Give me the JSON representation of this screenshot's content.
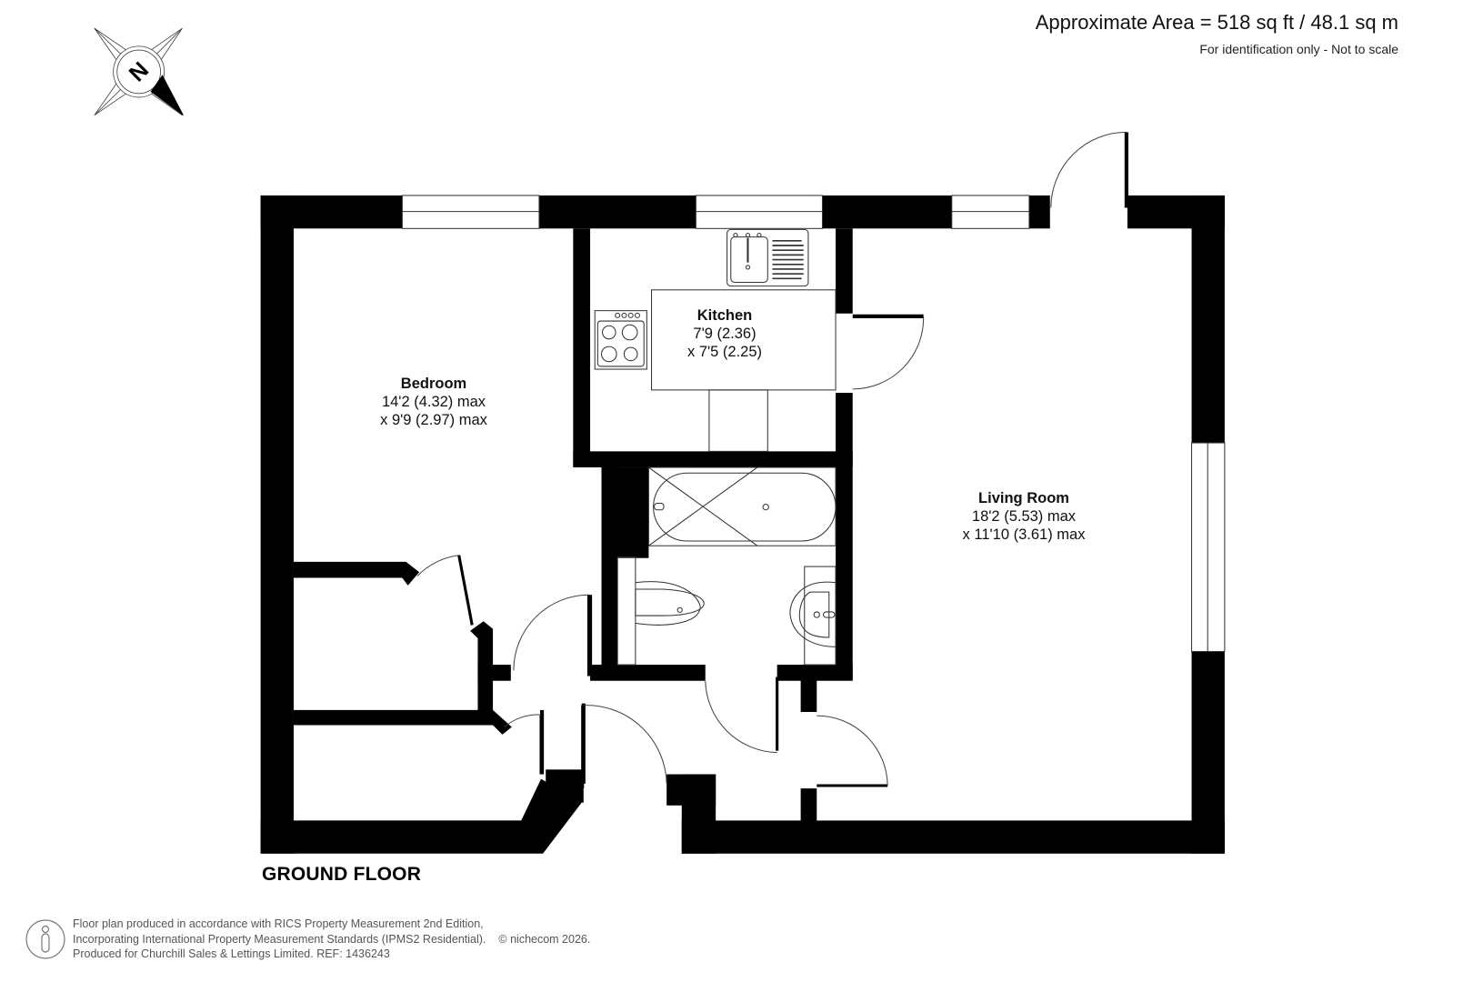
{
  "header": {
    "area_title": "Approximate Area = 518 sq ft / 48.1 sq m",
    "area_subtitle": "For identification only - Not to scale"
  },
  "compass": {
    "icon": "north-compass-icon",
    "letter": "N"
  },
  "floor": {
    "label": "GROUND FLOOR"
  },
  "rooms": [
    {
      "name": "Bedroom",
      "dim1": "14'2 (4.32) max",
      "dim2": "x 9'9 (2.97) max"
    },
    {
      "name": "Kitchen",
      "dim1": "7'9 (2.36)",
      "dim2": "x 7'5 (2.25)"
    },
    {
      "name": "Living Room",
      "dim1": "18'2 (5.53) max",
      "dim2": "x 11'10 (3.61) max"
    }
  ],
  "fixtures": [
    "sink-drainer",
    "hob",
    "bath",
    "toilet",
    "washbasin"
  ],
  "footer": {
    "line1": "Floor plan produced in accordance with RICS Property Measurement 2nd Edition,",
    "line2": "Incorporating International Property Measurement Standards (IPMS2 Residential).",
    "copyright": "© nichecom 2026.",
    "line3": "Produced for Churchill Sales & Lettings Limited.   REF: 1436243",
    "icon": "person-icon"
  },
  "colors": {
    "wall": "#000000",
    "line": "#333333",
    "background": "#ffffff",
    "text_footer": "#555555"
  }
}
